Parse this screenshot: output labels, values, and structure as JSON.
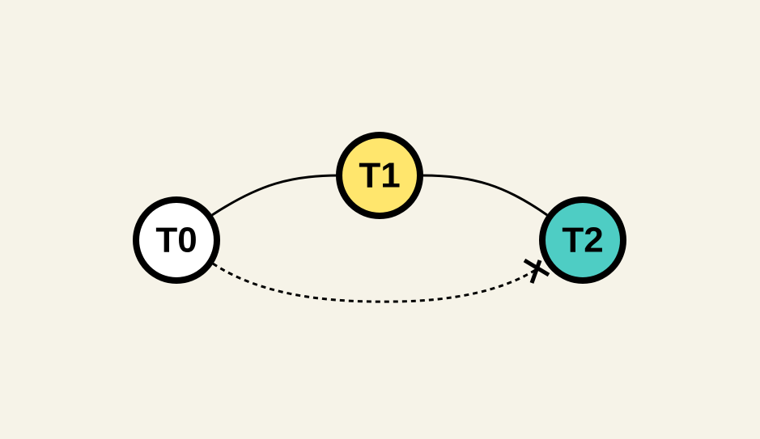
{
  "diagram": {
    "background": "#f6f3e8",
    "nodes": [
      {
        "id": "t0",
        "label": "T0",
        "fill": "#ffffff"
      },
      {
        "id": "t1",
        "label": "T1",
        "fill": "#ffe66d"
      },
      {
        "id": "t2",
        "label": "T2",
        "fill": "#4ecdc4"
      }
    ],
    "edges": [
      {
        "from": "T0",
        "to": "T1",
        "style": "solid"
      },
      {
        "from": "T1",
        "to": "T2",
        "style": "solid"
      },
      {
        "from": "T0",
        "to": "T2",
        "style": "dashed",
        "end_marker": "cross-icon"
      }
    ],
    "colors": {
      "stroke": "#000000"
    }
  }
}
